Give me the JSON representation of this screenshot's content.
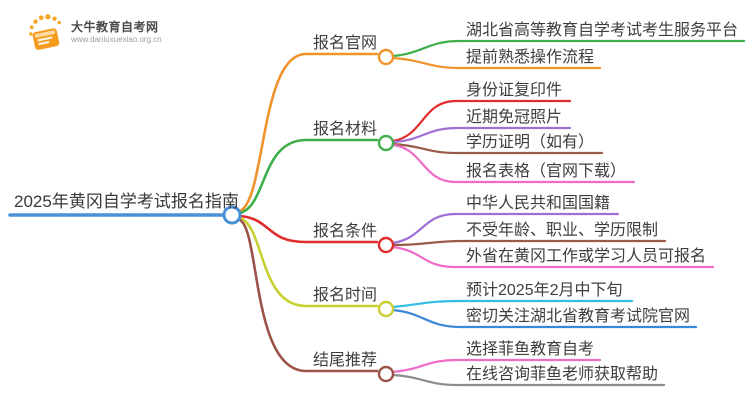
{
  "logo": {
    "title": "大牛教育自考网",
    "url": "www.daniuxuexiao.org.cn",
    "icon": "book-sunburst-icon",
    "brand_color": "#F59B1E"
  },
  "central": {
    "label": "2025年黄冈自学考试报名指南",
    "color": "#4A90D8"
  },
  "branches": [
    {
      "label": "报名官网",
      "color": "#F0932B",
      "children": [
        {
          "label": "湖北省高等教育自学考试考生服务平台",
          "color": "#3EAF4A"
        },
        {
          "label": "提前熟悉操作流程",
          "color": "#F0932B"
        }
      ]
    },
    {
      "label": "报名材料",
      "color": "#3EAF4A",
      "children": [
        {
          "label": "身份证复印件",
          "color": "#E02C2C"
        },
        {
          "label": "近期免冠照片",
          "color": "#9E6FD4"
        },
        {
          "label": "学历证明（如有）",
          "color": "#995A47"
        },
        {
          "label": "报名表格（官网下载）",
          "color": "#EF6BC8"
        }
      ]
    },
    {
      "label": "报名条件",
      "color": "#E02C2C",
      "children": [
        {
          "label": "中华人民共和国国籍",
          "color": "#9E6FD4"
        },
        {
          "label": "不受年龄、职业、学历限制",
          "color": "#995A47"
        },
        {
          "label": "外省在黄冈工作或学习人员可报名",
          "color": "#EF6BC8"
        }
      ]
    },
    {
      "label": "报名时间",
      "color": "#C9CE31",
      "children": [
        {
          "label": "预计2025年2月中下旬",
          "color": "#33BEE3"
        },
        {
          "label": "密切关注湖北省教育考试院官网",
          "color": "#3D87D8"
        }
      ]
    },
    {
      "label": "结尾推荐",
      "color": "#9B5247",
      "children": [
        {
          "label": "选择菲鱼教育自考",
          "color": "#EF6BC8"
        },
        {
          "label": "在线咨询菲鱼老师获取帮助",
          "color": "#8C8C8C"
        }
      ]
    }
  ]
}
